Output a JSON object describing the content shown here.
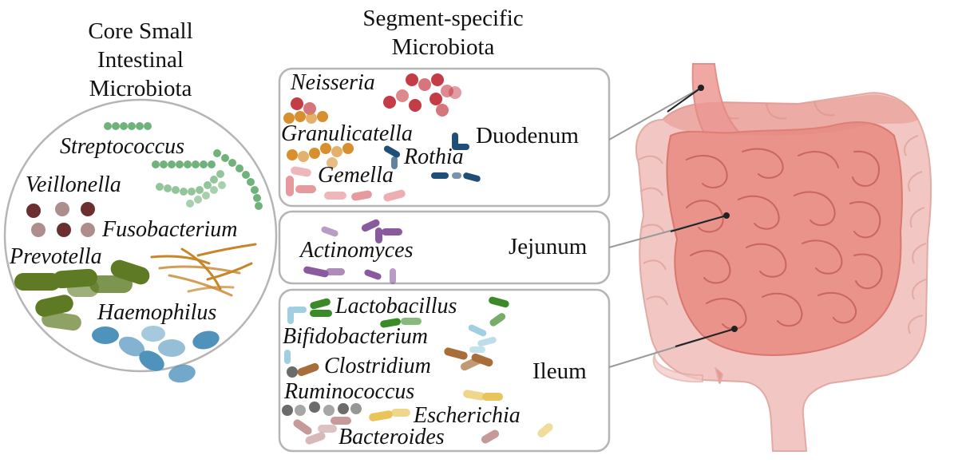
{
  "core_title": [
    "Core Small",
    "Intestinal",
    "Microbiota"
  ],
  "segment_title": [
    "Segment-specific",
    "Microbiota"
  ],
  "core_genera": [
    "Streptococcus",
    "Veillonella",
    "Fusobacterium",
    "Prevotella",
    "Haemophilus"
  ],
  "segments": [
    {
      "name": "Duodenum",
      "genera": [
        "Neisseria",
        "Granulicatella",
        "Rothia",
        "Gemella"
      ]
    },
    {
      "name": "Jejunum",
      "genera": [
        "Actinomyces"
      ]
    },
    {
      "name": "Ileum",
      "genera": [
        "Lactobacillus",
        "Bifidobacterium",
        "Clostridium",
        "Ruminococcus",
        "Escherichia",
        "Bacteroides"
      ]
    }
  ],
  "colors": {
    "streptococcus": "#6fb27a",
    "veillonella": "#6b2f2f",
    "fusobacterium": "#c7862a",
    "prevotella": "#5e7a24",
    "haemophilus": "#4f93bd",
    "neisseria": "#c43c45",
    "granulicatella": "#d8902e",
    "rothia": "#1f4e78",
    "gemella": "#e79a9e",
    "actinomyces": "#8a5a9e",
    "lactobacillus": "#3a8a28",
    "bifidobacterium": "#9fcfe0",
    "clostridium": "#a86e3a",
    "ruminococcus": "#6b6b6b",
    "escherichia": "#e8c45a",
    "bacteroides": "#c79a9a",
    "intestine": "#e9938a",
    "colon": "#f2c6c2"
  }
}
